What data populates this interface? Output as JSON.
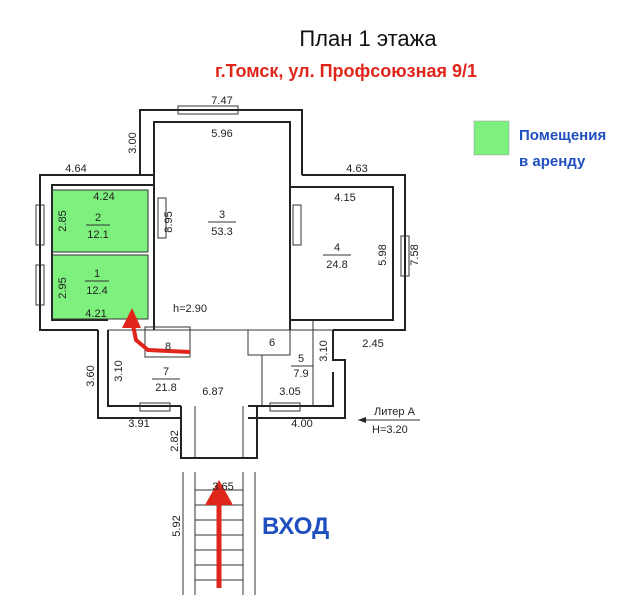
{
  "title": "План 1 этажа",
  "address": "г.Томск, ул. Профсоюзная 9/1",
  "legend": {
    "label_line1": "Помещения",
    "label_line2": "в аренду",
    "color": "#7ef07e"
  },
  "entrance": {
    "label": "ВХОД",
    "arrow_color": "#e0261b"
  },
  "literal": {
    "name": "Литер А",
    "height": "Н=3.20"
  },
  "rooms": [
    {
      "number": "1",
      "area": "12.4"
    },
    {
      "number": "2",
      "area": "12.1"
    },
    {
      "number": "3",
      "area": "53.3"
    },
    {
      "number": "4",
      "area": "24.8"
    },
    {
      "number": "5",
      "area": "7.9"
    },
    {
      "number": "6",
      "area": ""
    },
    {
      "number": "7",
      "area": "21.8"
    },
    {
      "number": "8",
      "area": ""
    }
  ],
  "ceiling_height": "h=2.90",
  "dimensions": {
    "top_outer": "7.47",
    "top_inner": "5.96",
    "hall_left": "3.00",
    "hall_inner_height": "8.95",
    "left_top": "4.64",
    "right_top": "4.63",
    "right_inner_width": "4.15",
    "right_inner_height": "5.98",
    "right_outer_height": "7.58",
    "room2_width": "4.24",
    "room2_height": "2.85",
    "room1_height": "2.95",
    "room1_width": "4.21",
    "left_lower": "3.60",
    "corridor_height": "3.10",
    "mid_width": "6.87",
    "room5_height": "3.10",
    "right_step": "2.45",
    "room5_width": "3.05",
    "bottom_left": "3.91",
    "bottom_right": "4.00",
    "porch_height": "2.82",
    "porch_width": "3.65",
    "stairs_length": "5.92"
  }
}
